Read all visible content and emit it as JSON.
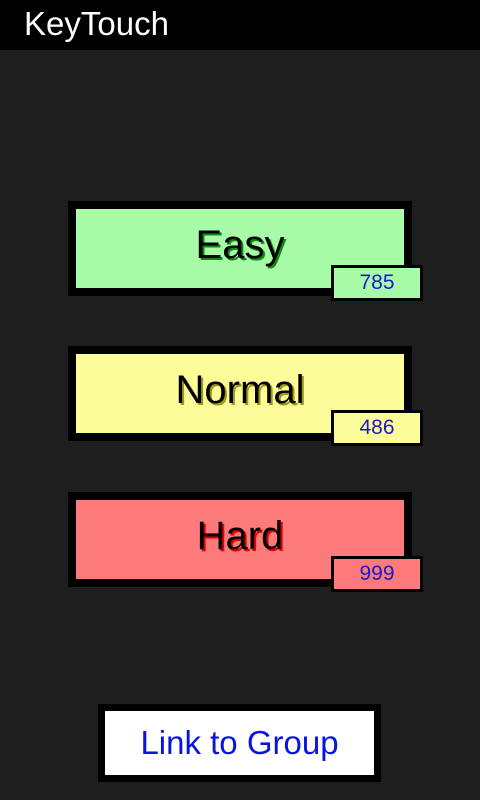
{
  "app": {
    "title": "KeyTouch"
  },
  "levels": [
    {
      "label": "Easy",
      "score": "785",
      "color": "#a8fca8",
      "text_shadow": "#0f8a0f"
    },
    {
      "label": "Normal",
      "score": "486",
      "color": "#fcfc98",
      "text_shadow": "#9c9c10"
    },
    {
      "label": "Hard",
      "score": "999",
      "color": "#fc7a7a",
      "text_shadow": "#e00000"
    }
  ],
  "link_button": {
    "label": "Link to Group",
    "color": "#0a14e0"
  },
  "colors": {
    "background": "#1e1e1e",
    "title_bar": "#000000",
    "score_text": "#1a1acc"
  }
}
